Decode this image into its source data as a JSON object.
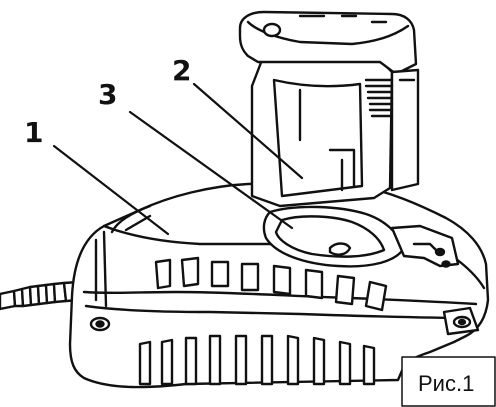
{
  "figure": {
    "callouts": [
      {
        "id": "1",
        "label": "1"
      },
      {
        "id": "2",
        "label": "2"
      },
      {
        "id": "3",
        "label": "3"
      }
    ],
    "caption": "Рис.1"
  }
}
